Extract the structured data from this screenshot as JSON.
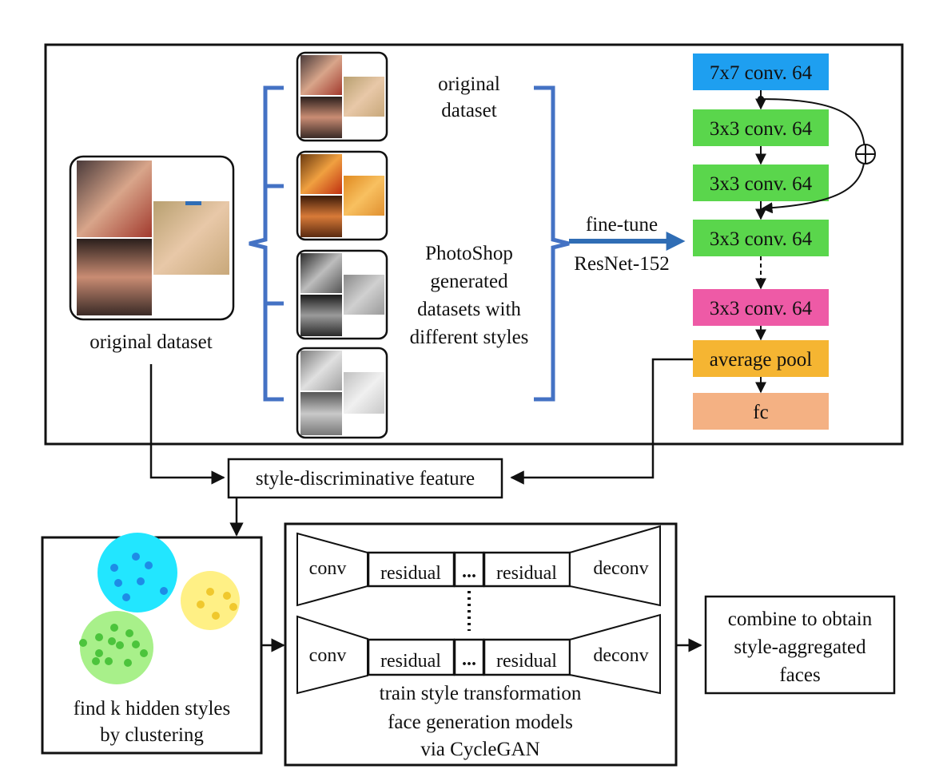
{
  "original_dataset_caption": "original dataset",
  "style_group_labels": {
    "original": [
      "original",
      "dataset"
    ],
    "photoshop": [
      "PhotoShop",
      "generated",
      "datasets with",
      "different styles"
    ]
  },
  "finetune": {
    "top": "fine-tune",
    "bottom": "ResNet-152"
  },
  "resnet_layers": [
    {
      "label": "7x7 conv. 64",
      "color": "#1e9ff0"
    },
    {
      "label": "3x3 conv. 64",
      "color": "#5ad64c"
    },
    {
      "label": "3x3 conv. 64",
      "color": "#5ad64c"
    },
    {
      "label": "3x3 conv. 64",
      "color": "#5ad64c"
    },
    {
      "label": "3x3 conv. 64",
      "color": "#ee5aa6"
    },
    {
      "label": "average pool",
      "color": "#f5b532"
    },
    {
      "label": "fc",
      "color": "#f4b183"
    }
  ],
  "feature_box": "style-discriminative feature",
  "clustering_caption": [
    "find k hidden styles",
    "by clustering"
  ],
  "cluster_colors": {
    "cyan": "#22e6ff",
    "cyan_dots": "#1e8ce6",
    "yellow": "#fff085",
    "yellow_dots": "#f0c82d",
    "green": "#a8f08a",
    "green_dots": "#4cc43c"
  },
  "generator": {
    "conv": "conv",
    "residual": "residual",
    "ellipsis": "...",
    "deconv": "deconv",
    "caption": [
      "train style transformation",
      "face generation models",
      "via CycleGAN"
    ]
  },
  "combine_box": [
    "combine to obtain",
    "style-aggregated",
    "faces"
  ]
}
